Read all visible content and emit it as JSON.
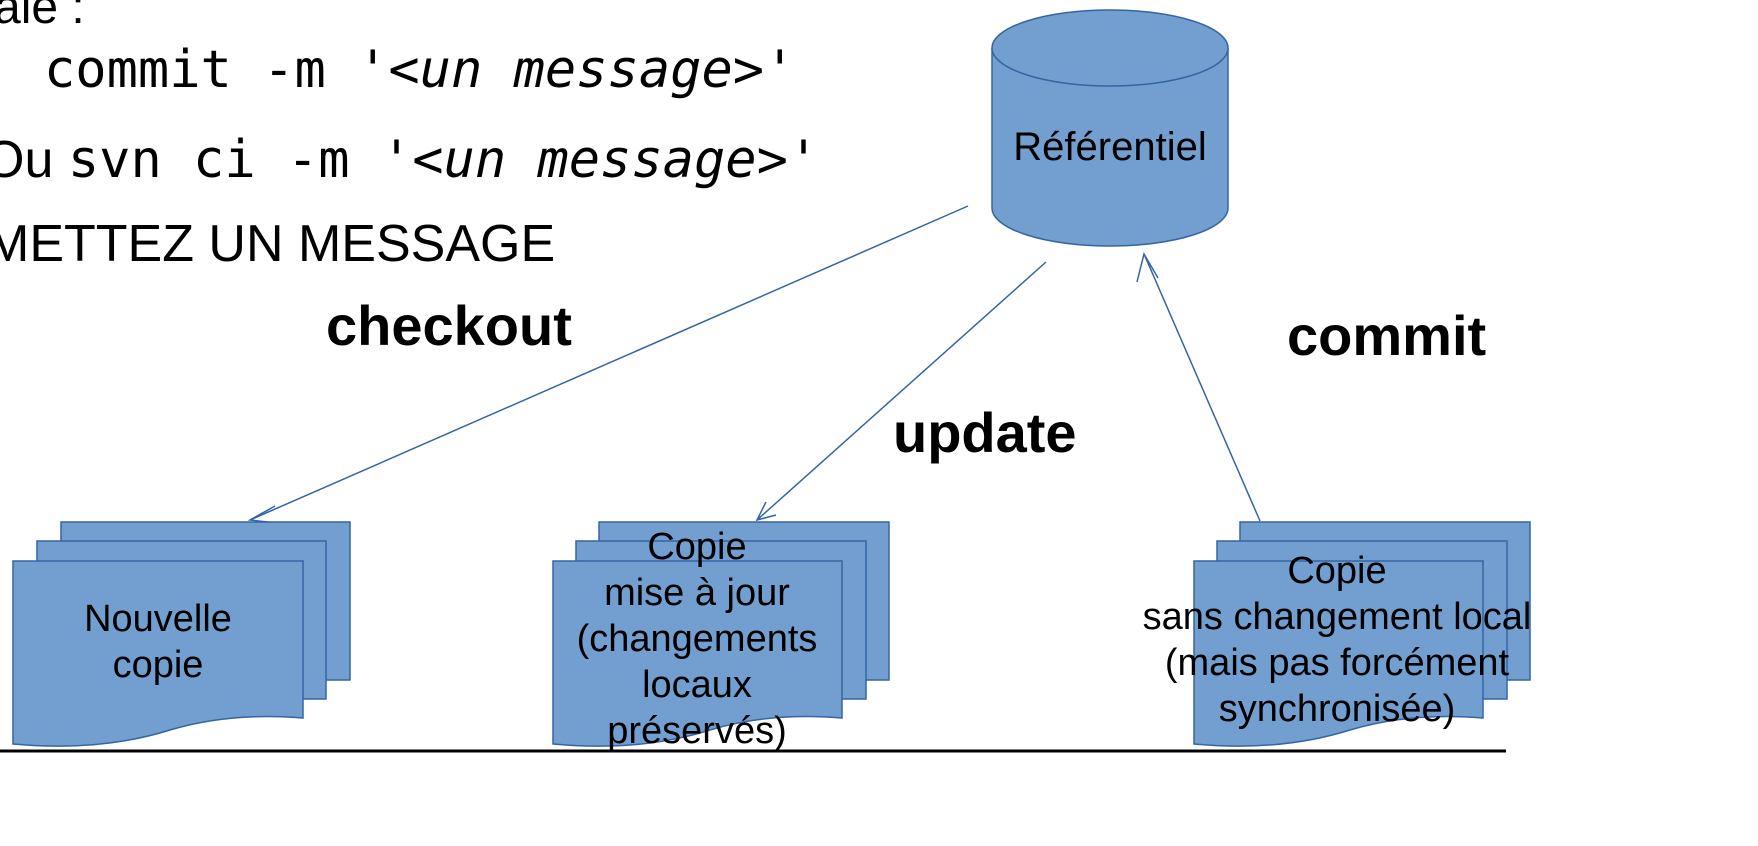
{
  "text_block": {
    "line1": "ale :",
    "line2_code": "commit -m '",
    "line2_em": "<un message>",
    "line2_end": "'",
    "line3_prefix": "Ou ",
    "line3_code": "svn ci -m '",
    "line3_em": "<un message>",
    "line3_end": "'",
    "line4": "METTEZ UN MESSAGE"
  },
  "diagram": {
    "repository_label": "Référentiel",
    "arrows": {
      "checkout": "checkout",
      "update": "update",
      "commit": "commit"
    },
    "documents": {
      "new_copy": [
        "Nouvelle",
        "copie"
      ],
      "updated_copy": [
        "Copie",
        "mise à jour",
        "(changements",
        "locaux",
        "préservés)"
      ],
      "unchanged_copy": [
        "Copie",
        "sans changement local",
        "(mais pas forcément",
        "synchronisée)"
      ]
    },
    "colors": {
      "shape_fill": "#729fcf",
      "shape_stroke": "#3465a4",
      "line": "#3465a4"
    }
  }
}
